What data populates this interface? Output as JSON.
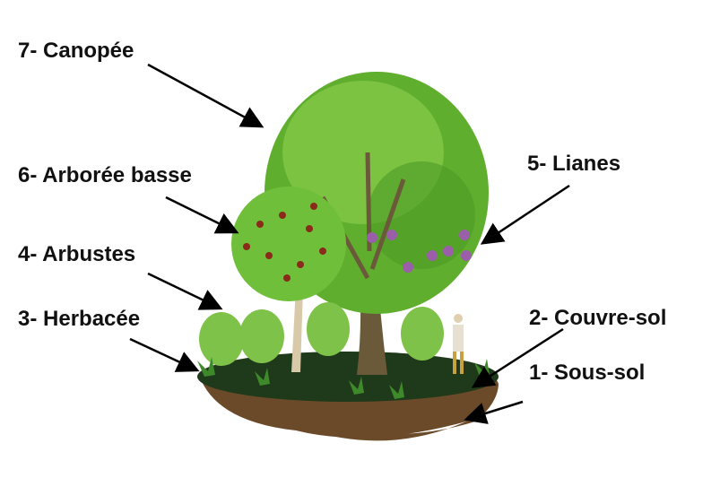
{
  "labels": {
    "canopee": "7- Canopée",
    "arboree_basse": "6- Arborée basse",
    "lianes": "5- Lianes",
    "arbustes": "4- Arbustes",
    "herbacee": "3- Herbacée",
    "couvre_sol": "2- Couvre-sol",
    "sous_sol": "1- Sous-sol"
  },
  "colors": {
    "foliage": "#5fae2e",
    "foliage_light": "#8fd14f",
    "trunk": "#6b5a3a",
    "ground_top": "#1f3a1a",
    "soil": "#6b4a2a",
    "fruit": "#8a2a1a",
    "grapes": "#9a5fa8",
    "arrow": "#000000"
  }
}
